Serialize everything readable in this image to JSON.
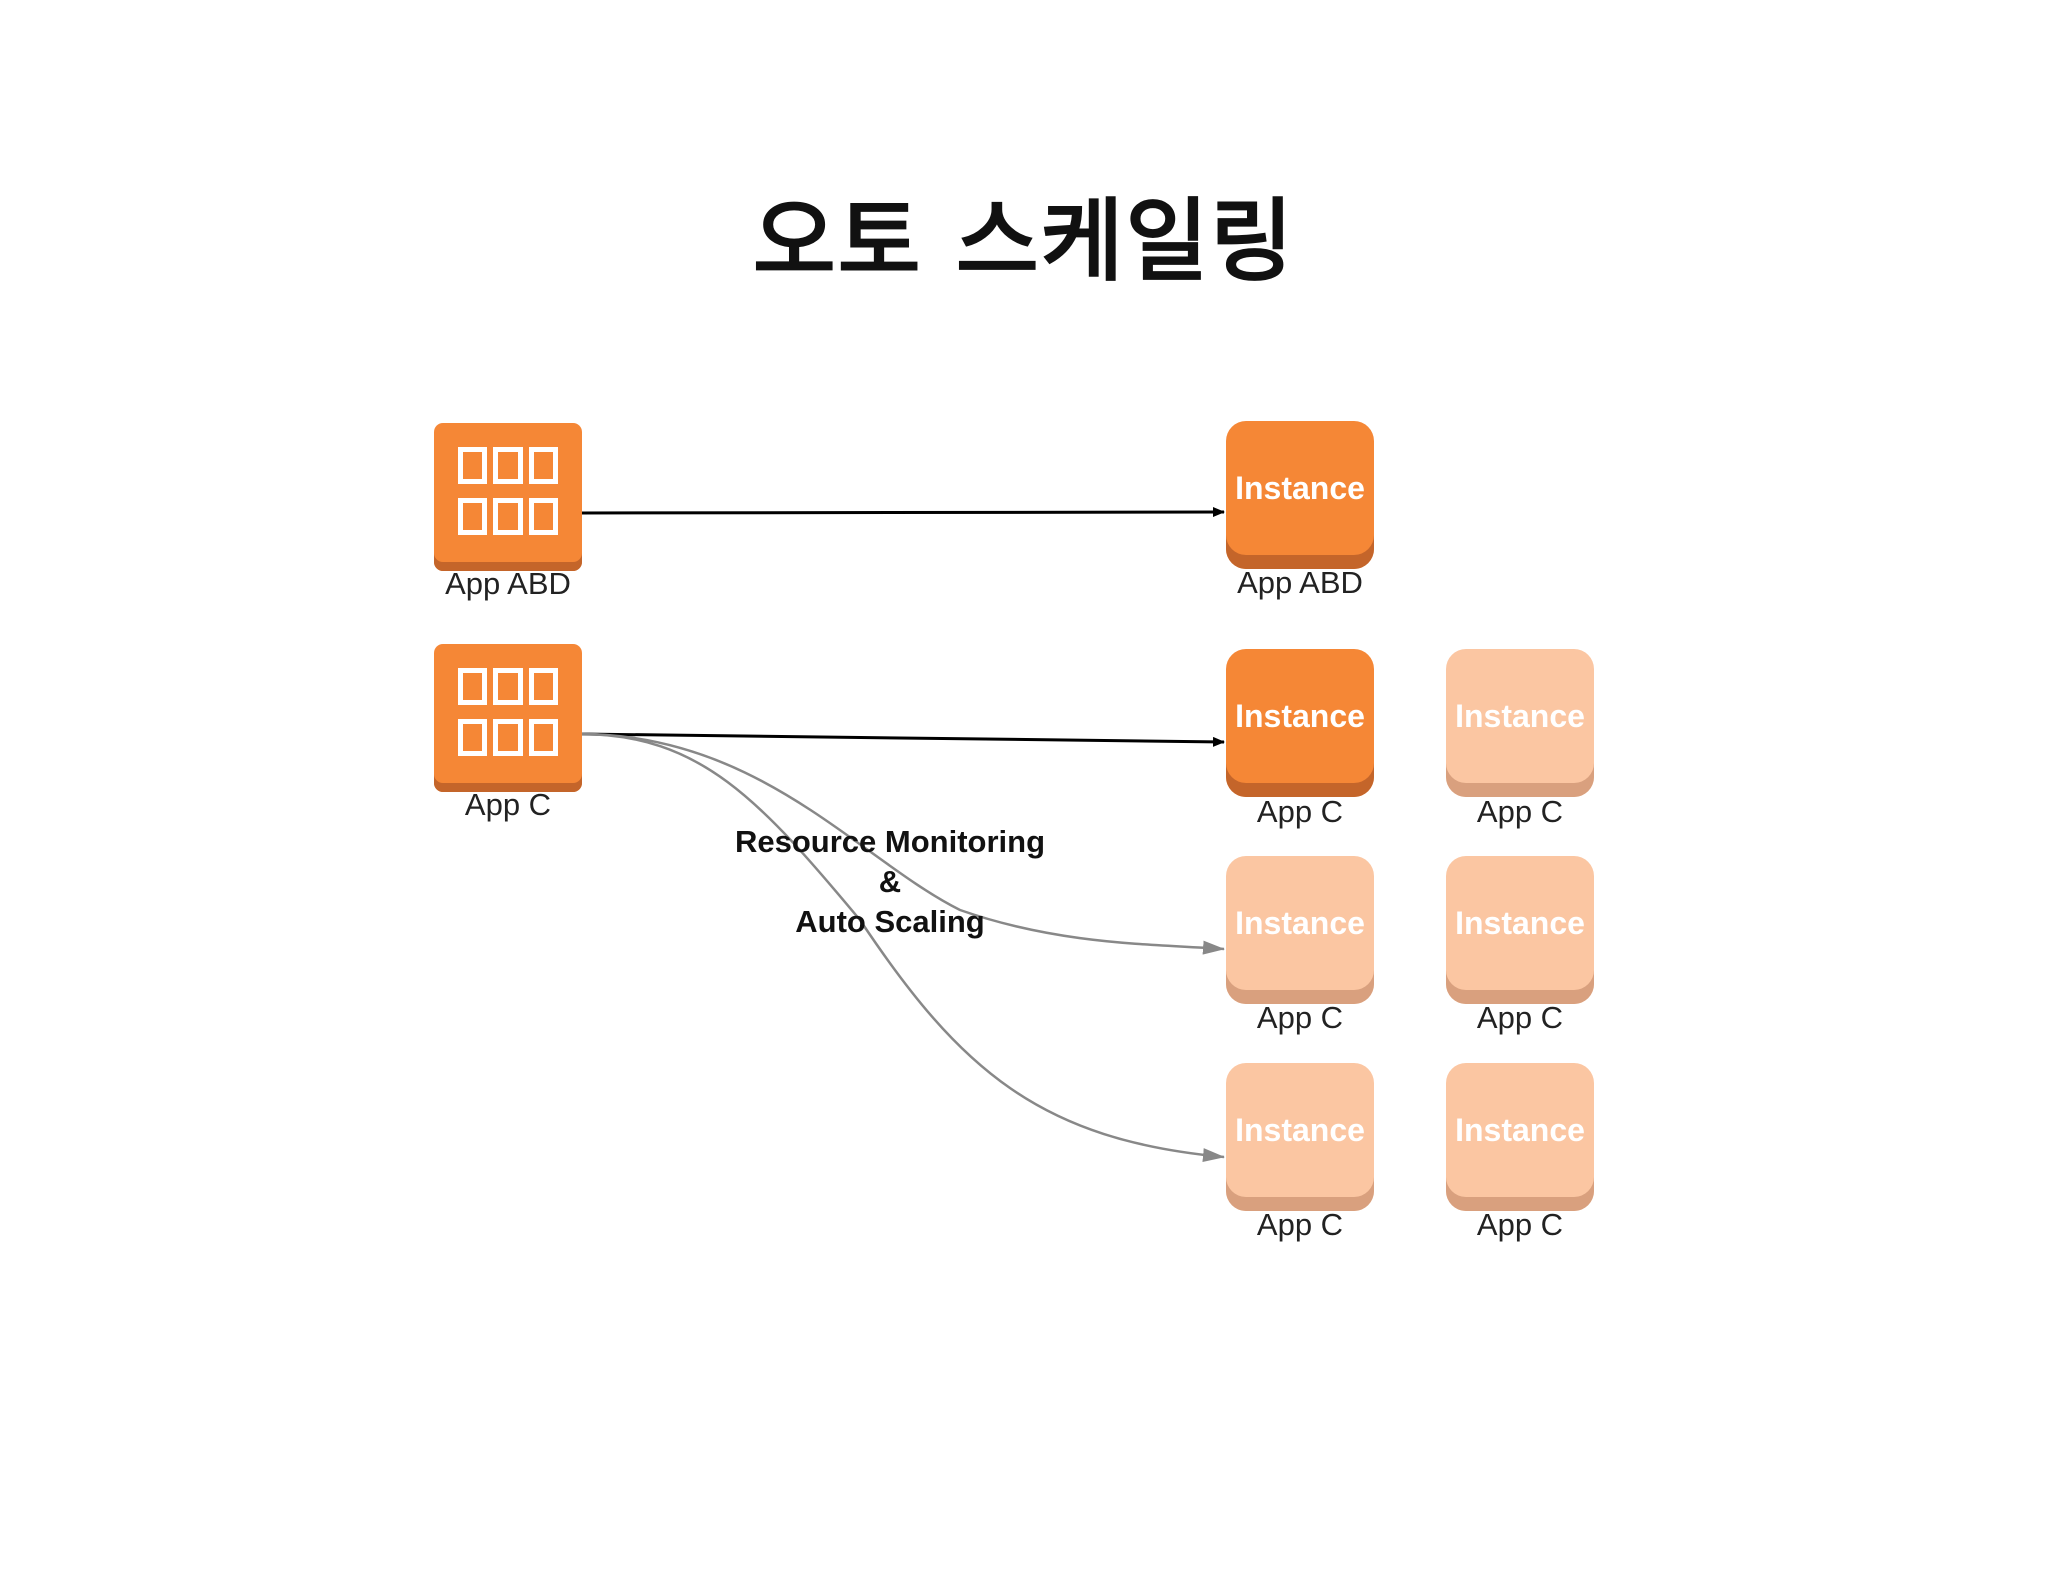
{
  "title": "오토 스케일링",
  "colors": {
    "active_face": "#F58736",
    "active_base": "#C4652A",
    "inactive_face": "#FBC6A2",
    "inactive_base": "#D9A07E",
    "arrow_primary": "#000000",
    "arrow_secondary": "#888888"
  },
  "sources": [
    {
      "id": "src-abd",
      "icon": "app-container-icon",
      "label": "App ABD"
    },
    {
      "id": "src-c",
      "icon": "app-container-icon",
      "label": "App C"
    }
  ],
  "instances": [
    {
      "id": "inst-abd",
      "text": "Instance",
      "label": "App ABD",
      "state": "active"
    },
    {
      "id": "inst-c1",
      "text": "Instance",
      "label": "App C",
      "state": "active"
    },
    {
      "id": "inst-c2",
      "text": "Instance",
      "label": "App C",
      "state": "inactive"
    },
    {
      "id": "inst-c3",
      "text": "Instance",
      "label": "App C",
      "state": "inactive"
    },
    {
      "id": "inst-c4",
      "text": "Instance",
      "label": "App C",
      "state": "inactive"
    },
    {
      "id": "inst-c5",
      "text": "Instance",
      "label": "App C",
      "state": "inactive"
    },
    {
      "id": "inst-c6",
      "text": "Instance",
      "label": "App C",
      "state": "inactive"
    }
  ],
  "annotation": {
    "line1": "Resource Monitoring",
    "line2": "&",
    "line3": "Auto Scaling"
  }
}
